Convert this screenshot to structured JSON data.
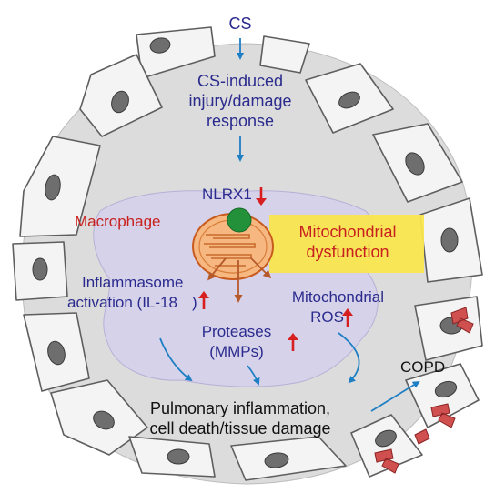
{
  "labels": {
    "cs": "CS",
    "cs_induced_line1": "CS-induced",
    "cs_induced_line2": "injury/damage",
    "cs_induced_line3": "response",
    "nlrx1": "NLRX1",
    "macrophage": "Macrophage",
    "mito_dys_line1": "Mitochondrial",
    "mito_dys_line2": "dysfunction",
    "inflammasome_line1": "Inflammasome",
    "inflammasome_line2": "activation (IL-18",
    "inflammasome_close": ")",
    "mito_ros_line1": "Mitochondrial",
    "mito_ros_line2": "ROS",
    "proteases_line1": "Proteases",
    "proteases_line2": "(MMPs)",
    "copd": "COPD",
    "outcome_line1": "Pulmonary inflammation,",
    "outcome_line2": "cell death/tissue damage"
  },
  "colors": {
    "blue_text": "#2b2b8e",
    "red_text": "#c8201e",
    "arrow_blue": "#1f7fc4",
    "arrow_red": "#d81f1f",
    "arrow_brown": "#b65a2c",
    "alveolus_fill": "#dcdcdc",
    "macrophage_fill": "#d6d2ea",
    "mito_fill": "#f6b780",
    "dysfunction_box": "#f9e64f",
    "nlrx1_dot": "#22913a"
  }
}
